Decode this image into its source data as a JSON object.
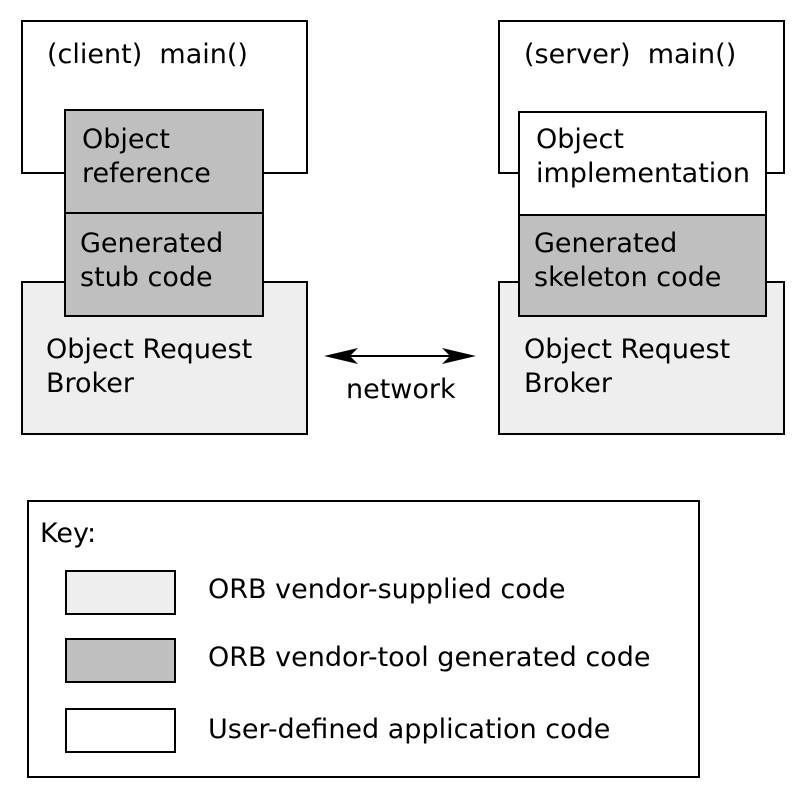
{
  "colors": {
    "vendor_supplied": "#eeeeee",
    "vendor_generated": "#bfbfbf",
    "user_defined": "#ffffff",
    "stroke": "#000000"
  },
  "client": {
    "main_label": "(client)  main()",
    "object_reference": "Object\nreference",
    "stub_code": "Generated\nstub code",
    "orb": "Object Request\nBroker"
  },
  "server": {
    "main_label": "(server)  main()",
    "object_implementation": "Object\nimplementation",
    "skeleton_code": "Generated\nskeleton code",
    "orb": "Object Request\nBroker"
  },
  "network_label": "network",
  "key": {
    "title": "Key:",
    "items": [
      {
        "label": "ORB vendor-supplied code"
      },
      {
        "label": "ORB vendor-tool generated code"
      },
      {
        "label": "User-defined application code"
      }
    ]
  }
}
